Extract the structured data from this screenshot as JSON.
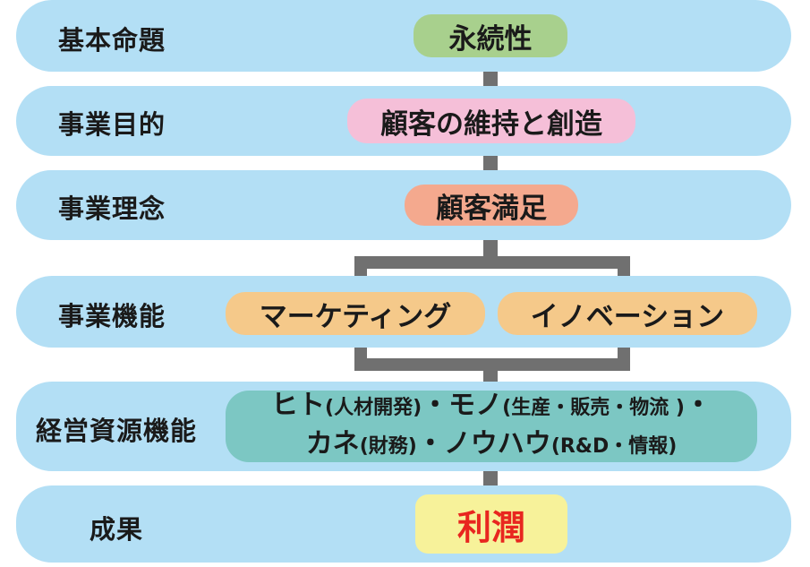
{
  "rows": [
    {
      "label": "基本命題",
      "value": "永続性",
      "color": "#a8d08d"
    },
    {
      "label": "事業目的",
      "value": "顧客の維持と創造",
      "color": "#f5bfd8"
    },
    {
      "label": "事業理念",
      "value": "顧客満足",
      "color": "#f4a98e"
    },
    {
      "label": "事業機能",
      "values": [
        "マーケティング",
        "イノベーション"
      ],
      "color": "#f5c98a"
    },
    {
      "label": "経営資源機能",
      "resources": {
        "line1": {
          "a": "ヒト",
          "a_sub": "(人材開発)",
          "sep1": "・",
          "b": "モノ",
          "b_sub": "(生産・販売・物流 )",
          "sep2": "・"
        },
        "line2": {
          "c": "カネ",
          "c_sub": "(財務)",
          "sep": "・",
          "d": "ノウハウ",
          "d_sub": "(R&D・情報)"
        }
      },
      "color": "#7cc7c3"
    },
    {
      "label": "成果",
      "value": "利潤",
      "color": "#f7f29a",
      "value_color": "#e8261f"
    }
  ]
}
